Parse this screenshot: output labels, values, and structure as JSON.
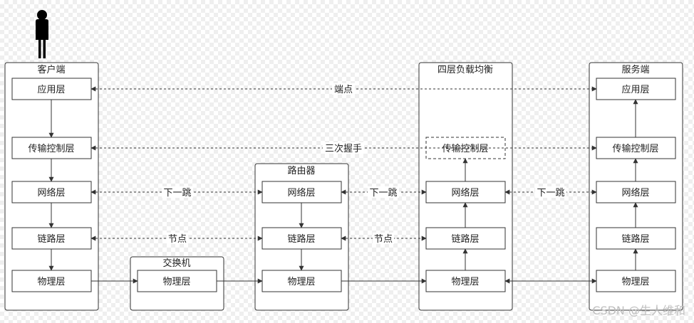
{
  "client": {
    "title": "客户端",
    "layers": {
      "app": "应用层",
      "transport": "传输控制层",
      "network": "网络层",
      "link": "链路层",
      "physical": "物理层"
    }
  },
  "switch": {
    "title": "交换机",
    "layers": {
      "physical": "物理层"
    }
  },
  "router": {
    "title": "路由器",
    "layers": {
      "network": "网络层",
      "link": "链路层",
      "physical": "物理层"
    }
  },
  "lb": {
    "title": "四层负载均衡",
    "layers": {
      "transport": "传输控制层",
      "network": "网络层",
      "link": "链路层",
      "physical": "物理层"
    }
  },
  "server": {
    "title": "服务端",
    "layers": {
      "app": "应用层",
      "transport": "传输控制层",
      "network": "网络层",
      "link": "链路层",
      "physical": "物理层"
    }
  },
  "labels": {
    "endpoint": "端点",
    "handshake": "三次握手",
    "next_hop_1": "下一跳",
    "next_hop_2": "下一跳",
    "next_hop_3": "下一跳",
    "node_1": "节点",
    "node_2": "节点"
  },
  "watermark": "CSDN @生人维和",
  "icons": {
    "user": "person-icon"
  },
  "colors": {
    "stroke": "#333333",
    "background": "#ffffff",
    "watermark": "#bfbfbf"
  }
}
